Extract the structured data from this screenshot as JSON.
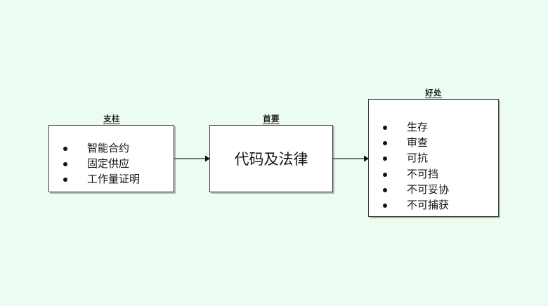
{
  "diagram": {
    "background_color": "#edfcf1",
    "box_fill_color": "#ffffff",
    "box_border_color": "#3d3d3d",
    "arrow_color": "#4a4a4a",
    "nodes": [
      {
        "id": "pillars",
        "caption": "支柱",
        "kind": "bullet-list",
        "items": [
          "智能合约",
          "固定供应",
          "工作量证明"
        ]
      },
      {
        "id": "primary",
        "caption": "首要",
        "kind": "label",
        "label": "代码及法律"
      },
      {
        "id": "benefits",
        "caption": "好处",
        "kind": "bullet-list",
        "items": [
          "生存",
          "审查",
          "可抗",
          "不可挡",
          "不可妥协",
          "不可捕获"
        ]
      }
    ],
    "arrows": [
      {
        "id": "pillars-to-primary",
        "from": "pillars",
        "to": "primary"
      },
      {
        "id": "primary-to-benefits",
        "from": "primary",
        "to": "benefits"
      }
    ]
  }
}
